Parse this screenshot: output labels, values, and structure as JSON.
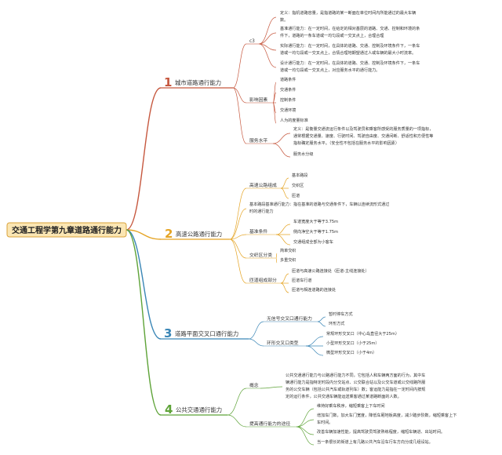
{
  "root": "交通工程学第九章道路通行能力",
  "colors": {
    "b1": "#c6583f",
    "b2": "#e5a424",
    "b3": "#3a86b6",
    "b4": "#5ea338",
    "root_fill": "#fbe6b3",
    "root_border": "#d9a23a"
  },
  "branches": [
    {
      "num": "1",
      "title": "城市道路通行能力",
      "children": [
        {
          "label": "c3",
          "items": [
            {
              "lines": [
                "定义：指机道路容量，是指道路的某一断面在单位时间内所能通过的最大车辆",
                "数。"
              ]
            },
            {
              "lines": [
                "基准通行能力：在一定时间，在给定的相对基层的道路、交通、控制和环境的条",
                "件下，道路的一条车道或一均匀段或一交叉点上，合理合理"
              ]
            },
            {
              "lines": [
                "实际通行能力：在一定时间，在具体的道路、交通、控制及环境条件下，一条车",
                "道或一均匀段或一交叉点上，合情合理地期望通过人或车辆的最大小时流率。"
              ]
            },
            {
              "lines": [
                "设计通行能力：在一定时间，在具体的道路、交通、控制及环境条件下，一条车",
                "道或一均匀段或一交叉点上，对应服务水平的通行能力。"
              ]
            }
          ]
        },
        {
          "label": "影响因素",
          "items": [
            {
              "lines": [
                "道路条件"
              ]
            },
            {
              "lines": [
                "交通条件"
              ]
            },
            {
              "lines": [
                "控制条件"
              ]
            },
            {
              "lines": [
                "交通环境"
              ]
            },
            {
              "lines": [
                "人为的度量标准"
              ]
            }
          ]
        },
        {
          "label": "服务水平",
          "items": [
            {
              "lines": [
                "定义：是衡量交通流运行条件以及驾驶员和乘客所感受的服务质量的一项指标，",
                "通常根据交通量、速度、行驶时间、驾驶自由度、交通间断、舒适性和方便性等",
                "指标确定服务水平。（安全性不包括在服务水平的影响因素）"
              ]
            },
            {
              "lines": [
                "服务水分级"
              ]
            }
          ]
        }
      ]
    },
    {
      "num": "2",
      "title": "高速公路通行能力",
      "children": [
        {
          "label": "高速公路组成",
          "items": [
            {
              "lines": [
                "基本路段"
              ]
            },
            {
              "lines": [
                "交织区"
              ]
            },
            {
              "lines": [
                "匝道"
              ]
            }
          ]
        },
        {
          "label": "基本路段基准通行能力：指在基准的道路与交通条件下，车辆以连续流形式通过",
          "label2": "时的通行能力",
          "items": []
        },
        {
          "label": "基准条件",
          "items": [
            {
              "lines": [
                "车道宽度大于等于3.75m"
              ]
            },
            {
              "lines": [
                "侧向净空大于等于1.75m"
              ]
            },
            {
              "lines": [
                "交通组成全部为小客车"
              ]
            }
          ]
        },
        {
          "label": "交织区分类",
          "items": [
            {
              "lines": [
                "简单交织"
              ]
            },
            {
              "lines": [
                "多重交织"
              ]
            }
          ]
        },
        {
          "label": "匝道组成部分",
          "items": [
            {
              "lines": [
                "匝道与高速公路连接处（匝道-主线连接处）"
              ]
            },
            {
              "lines": [
                "匝道车行道"
              ]
            },
            {
              "lines": [
                "匝道与相连道路的连接处"
              ]
            }
          ]
        }
      ]
    },
    {
      "num": "3",
      "title": "道路平面交叉口通行能力",
      "children": [
        {
          "label": "无信号交叉口通行能力",
          "items": [
            {
              "lines": [
                "暂时停车方式"
              ]
            },
            {
              "lines": [
                "环形方式"
              ]
            }
          ]
        },
        {
          "label": "环形交叉口类型",
          "items": [
            {
              "lines": [
                "常规环形交叉口（中心岛直径大于25m）"
              ]
            },
            {
              "lines": [
                "小型环形交叉口（小于25m）"
              ]
            },
            {
              "lines": [
                "微型环形交叉口（小于4m）"
              ]
            }
          ]
        }
      ]
    },
    {
      "num": "4",
      "title": "公共交通通行能力",
      "children": [
        {
          "label": "概念",
          "items": [
            {
              "lines": [
                "公共交通通行能力与公路通行能力不同，它包括人和车辆两方面的行为，其中车",
                "辆通行能力是指特定时段内分交站点、公交联合站以及公交车道或公交线路所服",
                "务的公交车辆（包括公共汽车或轨道列车）数；客运能力是指在一定时间内按规",
                "定的运行条件，公共交通车辆能运送乘客通过某道路断面的人数。"
              ]
            }
          ]
        },
        {
          "label": "提高通行能力的途径",
          "items": [
            {
              "lines": [
                "维持好乘车秩序，缩短乘客上下车时间"
              ]
            },
            {
              "lines": [
                "增加车门数，加大车门宽度，降低车厢地板高度，减少踏步阶数，缩短乘客上下",
                "车时间。"
              ]
            },
            {
              "lines": [
                "改善车辆加速性能，提高驾驶员驾驶熟练程度，缩短车辆进、出站时间。"
              ]
            },
            {
              "lines": [
                "当一条很长的街道上有几路公共汽车沿车行车方向分成几组设站。"
              ]
            }
          ]
        }
      ]
    }
  ]
}
